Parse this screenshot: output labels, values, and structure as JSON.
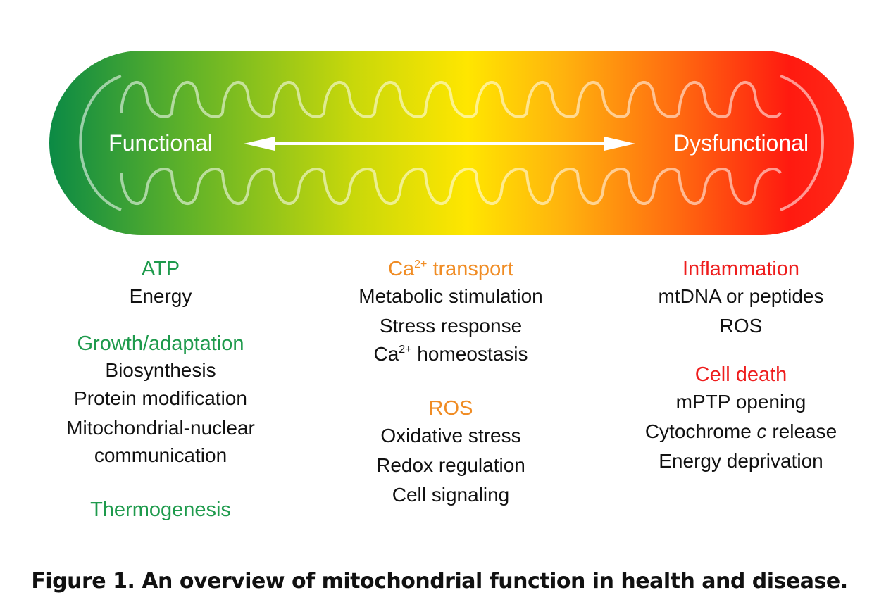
{
  "mitochondrion": {
    "left_label": "Functional",
    "right_label": "Dysfunctional",
    "gradient_colors": [
      "#0b8a45",
      "#5fb229",
      "#c9d80a",
      "#ffe600",
      "#ffb20e",
      "#ff6b10",
      "#ff1a10",
      "#ff2a18"
    ]
  },
  "columns": [
    {
      "groups": [
        {
          "heading": "ATP",
          "color": "#1e9a4c",
          "items": [
            "Energy"
          ]
        },
        {
          "heading": "Growth/adaptation",
          "color": "#1e9a4c",
          "items": [
            "Biosynthesis",
            "Protein modification",
            "Mitochondrial-nuclear",
            "communication"
          ]
        },
        {
          "heading": "Thermogenesis",
          "color": "#1e9a4c",
          "items": []
        }
      ]
    },
    {
      "groups": [
        {
          "heading": "Ca",
          "heading_sup": "2+",
          "heading_rest": " transport",
          "color": "#f08c24",
          "items": [
            "Metabolic stimulation",
            "Stress response"
          ],
          "item_sup_pre": "Ca",
          "item_sup": "2+",
          "item_sup_post": " homeostasis"
        },
        {
          "heading": "ROS",
          "color": "#f08c24",
          "items": [
            "Oxidative stress",
            "Redox regulation",
            "Cell signaling"
          ]
        }
      ]
    },
    {
      "groups": [
        {
          "heading": "Inflammation",
          "color": "#ee1d1d",
          "items": [
            "mtDNA or peptides",
            "ROS"
          ]
        },
        {
          "heading": "Cell death",
          "color": "#ee1d1d",
          "items": [
            "mPTP opening"
          ],
          "item_it_pre": "Cytochrome ",
          "item_it": "c",
          "item_it_post": " release",
          "item_last": "Energy deprivation"
        }
      ]
    }
  ],
  "caption": "Figure 1. An overview of mitochondrial function in health and disease."
}
